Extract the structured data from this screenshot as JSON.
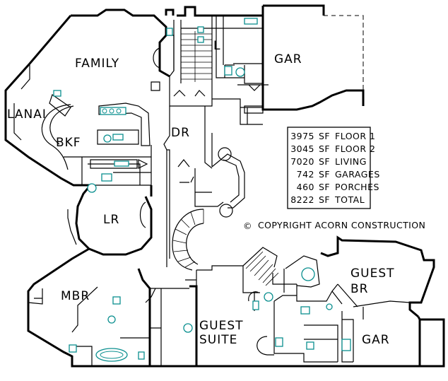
{
  "rooms": {
    "family": "FAMILY",
    "lanai": "LANAI",
    "bkf": "BKF",
    "dr": "DR",
    "l": "L",
    "gar_top": "GAR",
    "lr": "LR",
    "mbr": "MBR",
    "guest_suite_1": "GUEST",
    "guest_suite_2": "SUITE",
    "guest_br_1": "GUEST",
    "guest_br_2": "BR",
    "gar_bottom": "GAR"
  },
  "area_table": [
    {
      "value": "3975",
      "unit": "SF",
      "label": "FLOOR 1"
    },
    {
      "value": "3045",
      "unit": "SF",
      "label": "FLOOR 2"
    },
    {
      "value": "7020",
      "unit": "SF",
      "label": "LIVING"
    },
    {
      "value": "742",
      "unit": "SF",
      "label": "GARAGES"
    },
    {
      "value": "460",
      "unit": "SF",
      "label": "PORCHES"
    },
    {
      "value": "8222",
      "unit": "SF",
      "label": "TOTAL"
    }
  ],
  "copyright": {
    "symbol": "©",
    "text": "COPYRIGHT ACORN CONSTRUCTION"
  },
  "colors": {
    "walls": "#000000",
    "fixtures": "#0a8f8f",
    "background": "#ffffff"
  }
}
